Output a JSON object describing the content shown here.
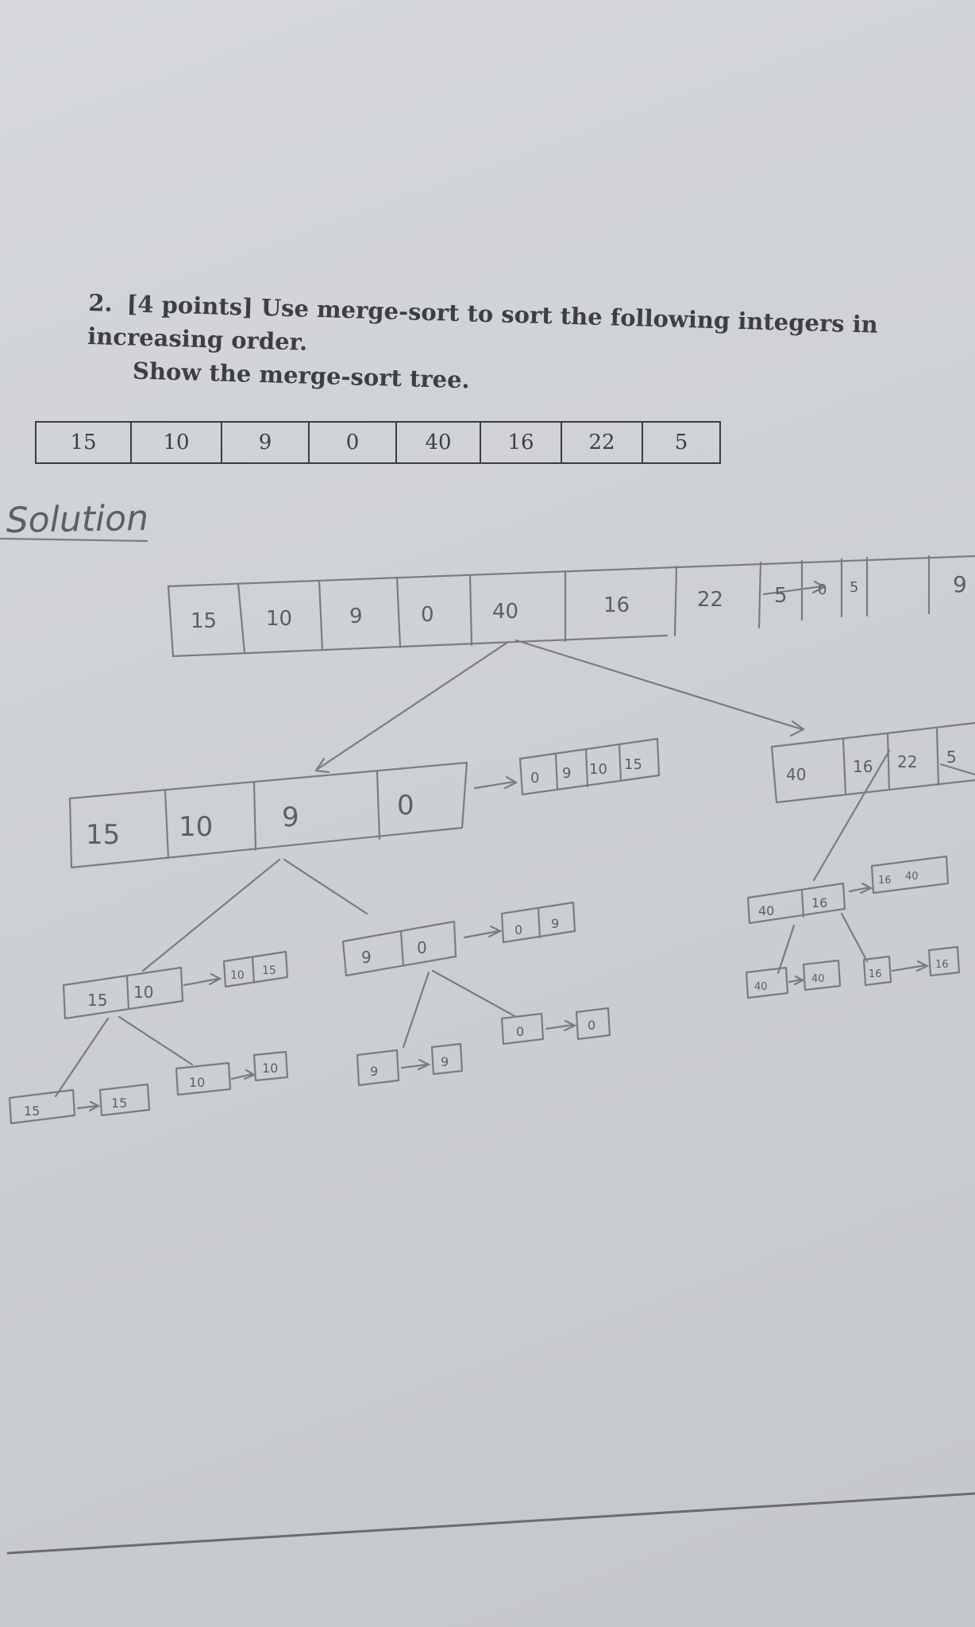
{
  "question": {
    "number": "2.",
    "line1": "[4 points] Use merge-sort to sort the following integers in increasing order.",
    "line2": "Show the merge-sort tree."
  },
  "input_array": [
    "15",
    "10",
    "9",
    "0",
    "40",
    "16",
    "22",
    "5"
  ],
  "solution": {
    "heading": "Solution",
    "root": {
      "values": [
        "15",
        "10",
        "9",
        "0",
        "40",
        "16",
        "22",
        "5"
      ],
      "arrow": "→",
      "result": [
        "0",
        "5",
        "9"
      ]
    },
    "left": {
      "values": [
        "15",
        "10",
        "9",
        "0"
      ],
      "arrow": "→",
      "result": [
        "0",
        "9",
        "10",
        "15"
      ]
    },
    "right": {
      "values": [
        "40",
        "16",
        "22",
        "5"
      ]
    },
    "left_left": {
      "values": [
        "15",
        "10"
      ],
      "arrow": "→",
      "result": [
        "10",
        "15"
      ]
    },
    "left_right": {
      "values": [
        "9",
        "0"
      ],
      "arrow": "→",
      "result": [
        "0",
        "9"
      ]
    },
    "right_left": {
      "values": [
        "40",
        "16"
      ],
      "arrow": "→",
      "result": [
        "16",
        "40"
      ]
    },
    "leaf_15": {
      "value": "15",
      "arrow": "→",
      "result": "15"
    },
    "leaf_10": {
      "value": "10",
      "arrow": "→",
      "result": "10"
    },
    "leaf_9": {
      "value": "9",
      "arrow": "→",
      "result": "9"
    },
    "leaf_0": {
      "value": "0",
      "arrow": "→",
      "result": "0"
    },
    "leaf_40": {
      "value": "40",
      "arrow": "→",
      "result": "40"
    },
    "leaf_16": {
      "value": "16",
      "arrow": "→",
      "result": "16"
    }
  }
}
